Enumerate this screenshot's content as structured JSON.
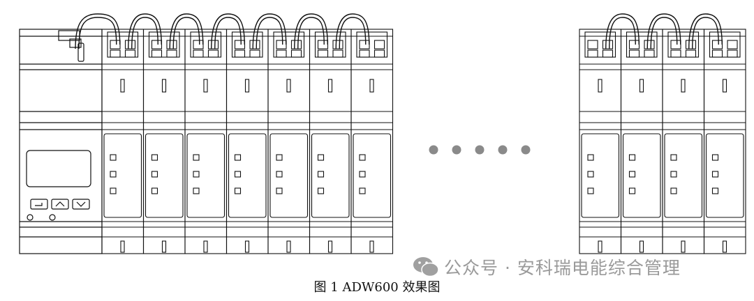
{
  "caption": "图 1 ADW600 效果图",
  "watermark": "公众号 · 安科瑞电能综合管理",
  "watermark_logo": "wechat-logo-icon",
  "diagram": {
    "left_modules": 7,
    "right_modules": 4,
    "indicator_lights_per_module": 3,
    "ellipsis_dots": 5,
    "main_unit_buttons": [
      "enter-icon",
      "up-arrow-icon",
      "down-arrow-icon"
    ],
    "line_color": "#111111",
    "dot_color": "#8a8a8a"
  }
}
